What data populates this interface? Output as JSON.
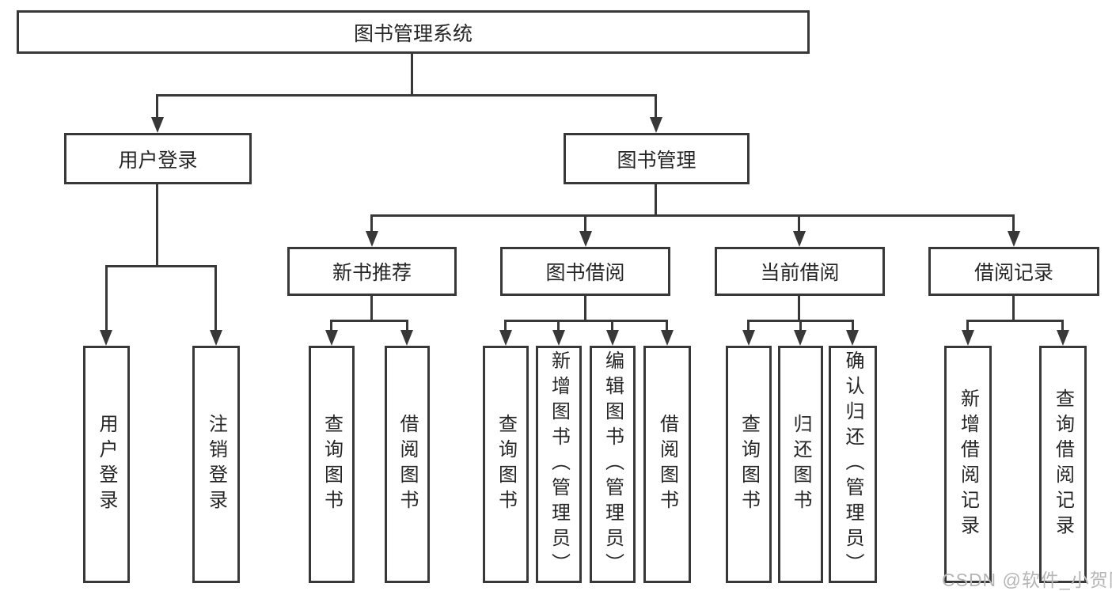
{
  "tree": {
    "root": {
      "label": "图书管理系统"
    },
    "branches": [
      {
        "label": "用户登录",
        "children": [
          {
            "label": "用户登录"
          },
          {
            "label": "注销登录"
          }
        ]
      },
      {
        "label": "图书管理",
        "children": [
          {
            "label": "新书推荐",
            "children": [
              {
                "label": "查询图书"
              },
              {
                "label": "借阅图书"
              }
            ]
          },
          {
            "label": "图书借阅",
            "children": [
              {
                "label": "查询图书"
              },
              {
                "label": "新增图书（管理员）"
              },
              {
                "label": "编辑图书（管理员）"
              },
              {
                "label": "借阅图书"
              }
            ]
          },
          {
            "label": "当前借阅",
            "children": [
              {
                "label": "查询图书"
              },
              {
                "label": "归还图书"
              },
              {
                "label": "确认归还（管理员）"
              }
            ]
          },
          {
            "label": "借阅记录",
            "children": [
              {
                "label": "新增借阅记录"
              },
              {
                "label": "查询借阅记录"
              }
            ]
          }
        ]
      }
    ]
  },
  "watermark": {
    "text": "CSDN @软件_小贺同学"
  },
  "colors": {
    "line": "#383838",
    "text": "#262626",
    "background": "#ffffff",
    "watermark": "#b5b5b5"
  }
}
